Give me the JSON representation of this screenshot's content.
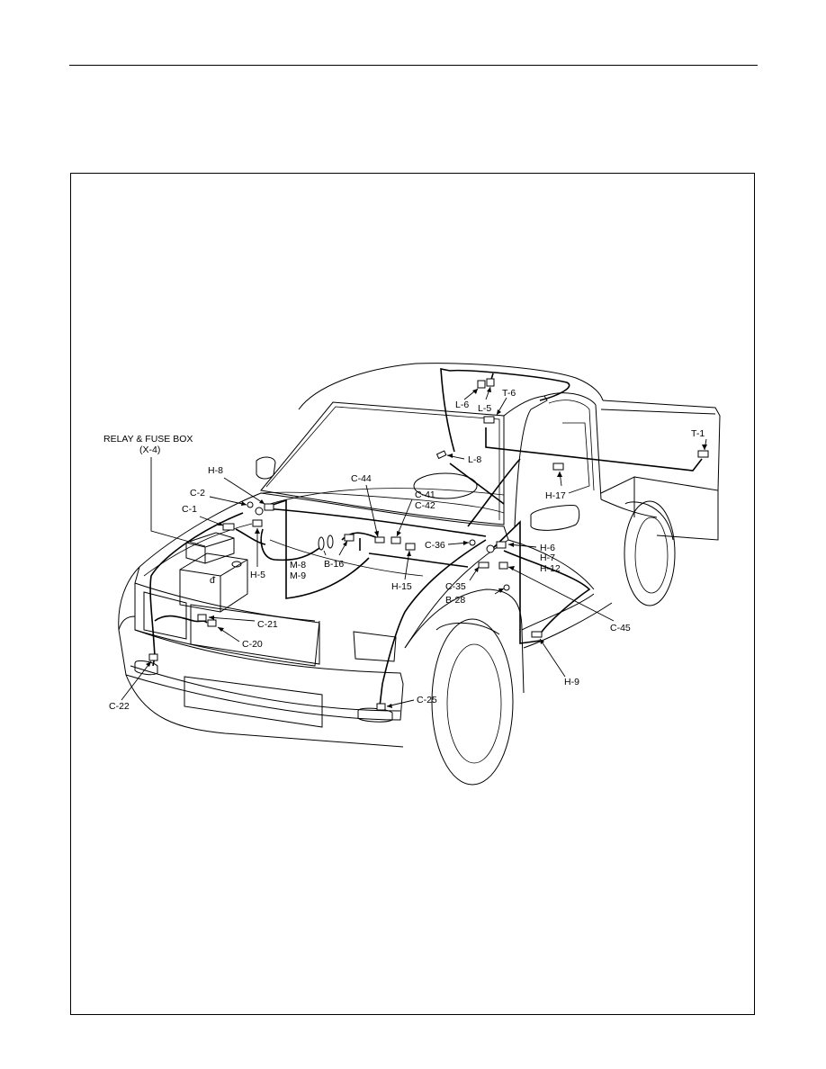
{
  "labels": {
    "relay_fuse_box": "RELAY & FUSE BOX",
    "relay_fuse_box_code": "(X-4)",
    "l6": "L-6",
    "l5": "L-5",
    "t6": "T-6",
    "t1": "T-1",
    "l8": "L-8",
    "h8": "H-8",
    "c2": "C-2",
    "c1": "C-1",
    "h5": "H-5",
    "c44": "C-44",
    "c41": "C-41",
    "c42": "C-42",
    "h17": "H-17",
    "c36": "C-36",
    "h6": "H-6",
    "h7": "H-7",
    "h12": "H-12",
    "m8": "M-8",
    "m9": "M-9",
    "b16": "B-16",
    "h15": "H-15",
    "c35": "C-35",
    "b28": "B-28",
    "c45": "C-45",
    "c21": "C-21",
    "c20": "C-20",
    "h9": "H-9",
    "c25": "C-25",
    "c22": "C-22"
  },
  "colors": {
    "line": "#000000",
    "background": "#ffffff"
  }
}
